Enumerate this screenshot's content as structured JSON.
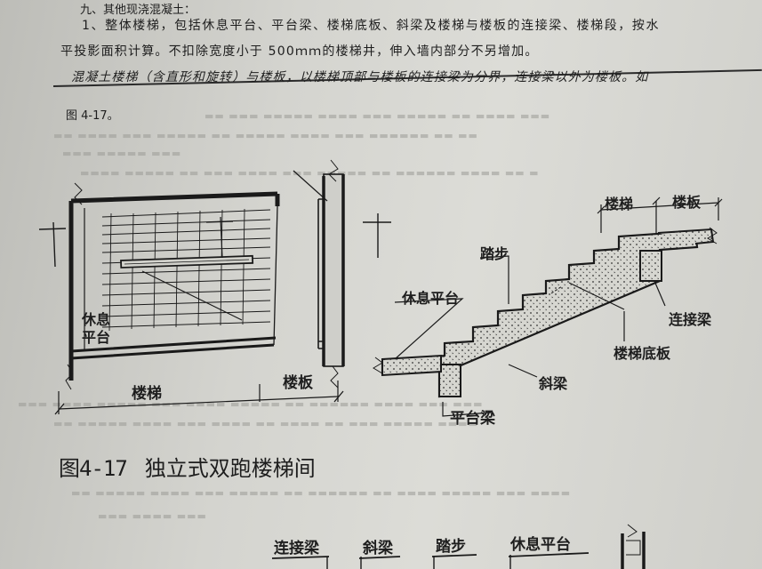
{
  "section_heading": "九、其他现浇混凝土：",
  "rule_text": [
    "1、整体楼梯，包括休息平台、平台梁、楼梯底板、斜梁及楼梯与楼板的连接梁、楼梯段，按水",
    "平投影面积计算。不扣除宽度小于 500ｍｍ的楼梯井，伸入墙内部分不另增加。",
    "混凝土楼梯（含直形和旋转）与楼板，以楼梯顶部与楼板的连接梁为分界，连接梁以外为楼板。如",
    "图 4-17。"
  ],
  "figure": {
    "number": "图4-17",
    "title": "独立式双跑楼梯间",
    "plan_labels": {
      "landing": "休息",
      "landing_2": "平台",
      "stair": "楼梯",
      "slab": "楼板"
    },
    "section_labels": {
      "stair": "楼梯",
      "slab": "楼板",
      "tread": "踏步",
      "rest_platform": "休息平台",
      "connecting_beam": "连接梁",
      "stair_bottom_slab": "楼梯底板",
      "inclined_beam": "斜梁",
      "platform_beam": "平台梁"
    }
  },
  "bottom_labels": [
    "连接梁",
    "斜梁",
    "踏步",
    "休息平台"
  ]
}
